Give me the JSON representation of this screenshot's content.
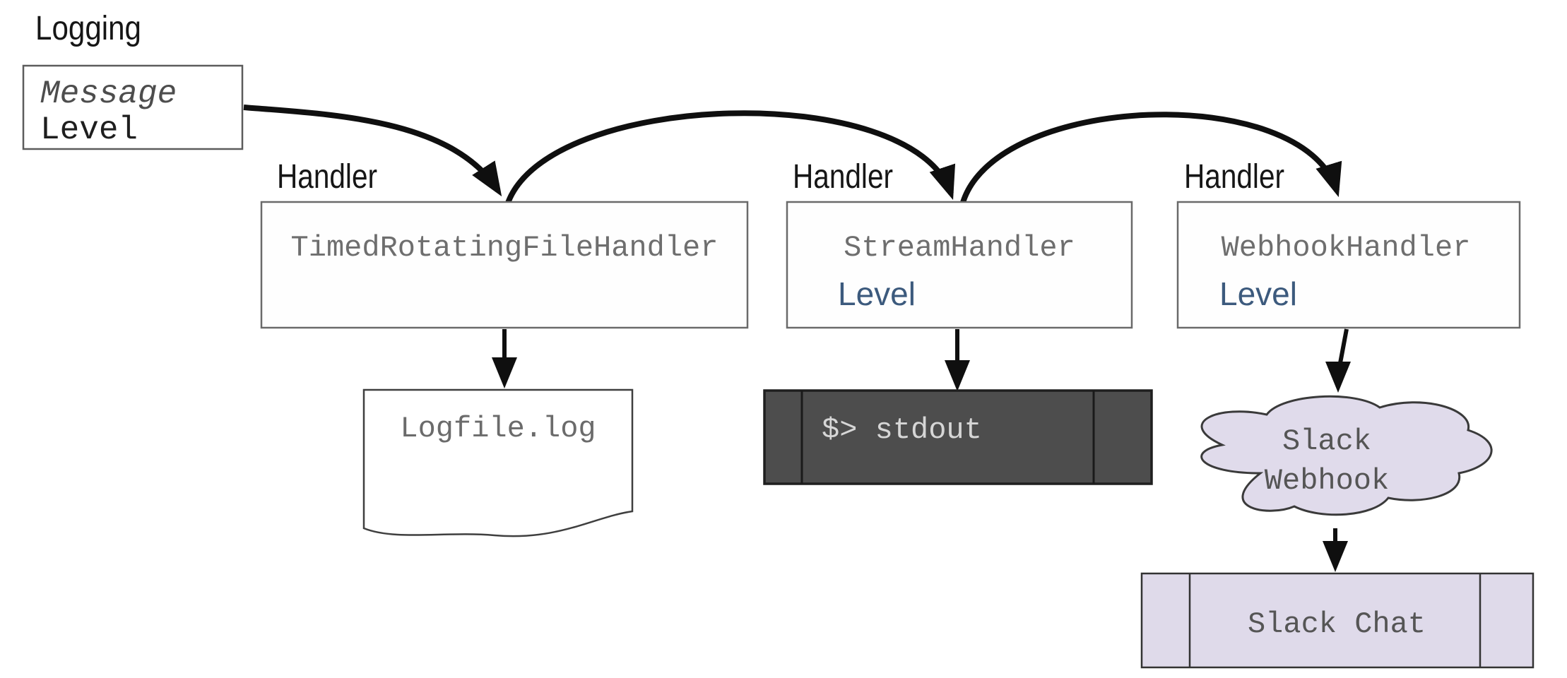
{
  "title": "Logging",
  "source_box": {
    "message": "Message",
    "level": "Level"
  },
  "handlers": [
    {
      "label": "Handler",
      "class_name": "TimedRotatingFileHandler",
      "level": ""
    },
    {
      "label": "Handler",
      "class_name": "StreamHandler",
      "level": "Level"
    },
    {
      "label": "Handler",
      "class_name": "WebhookHandler",
      "level": "Level"
    }
  ],
  "sinks": {
    "logfile_label": "Logfile.log",
    "terminal_text": "$> stdout",
    "cloud_line1": "Slack",
    "cloud_line2": "Webhook",
    "chat_label": "Slack Chat"
  },
  "colors": {
    "level_blue": "#3C5A7D",
    "handler_text_gray": "#6e6e6e",
    "box_border_gray": "#6a6a6a",
    "terminal_bg": "#4D4D4D",
    "terminal_text": "#D6D6D6",
    "lavender_fill": "#E0DBEB",
    "arrow_black": "#0f0f0f",
    "background": "#ffffff"
  }
}
